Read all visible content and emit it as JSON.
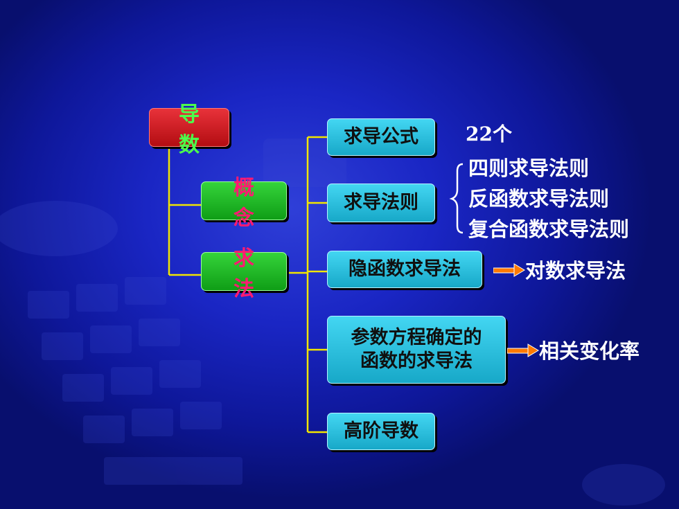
{
  "nodes": {
    "root": "导 数",
    "concept": "概 念",
    "method": "求 法",
    "formula": "求导公式",
    "rules": "求导法则",
    "implicit": "隐函数求导法",
    "param_line1": "参数方程确定的",
    "param_line2": "函数的求导法",
    "higher": "高阶导数"
  },
  "annotations": {
    "formula_count": "22个",
    "rules_list": [
      "四则求导法则",
      "反函数求导法则",
      "复合函数求导法则"
    ],
    "implicit_extra": "对数求导法",
    "param_extra": "相关变化率"
  },
  "colors": {
    "background": "#1a26c4",
    "root_box": "#d81e26",
    "root_text": "#4cff4c",
    "green_box": "#22c02a",
    "green_text": "#ff1a72",
    "cyan_box": "#2cc2e2",
    "connector": "#f2e600",
    "arrow": "#ff7a00"
  }
}
